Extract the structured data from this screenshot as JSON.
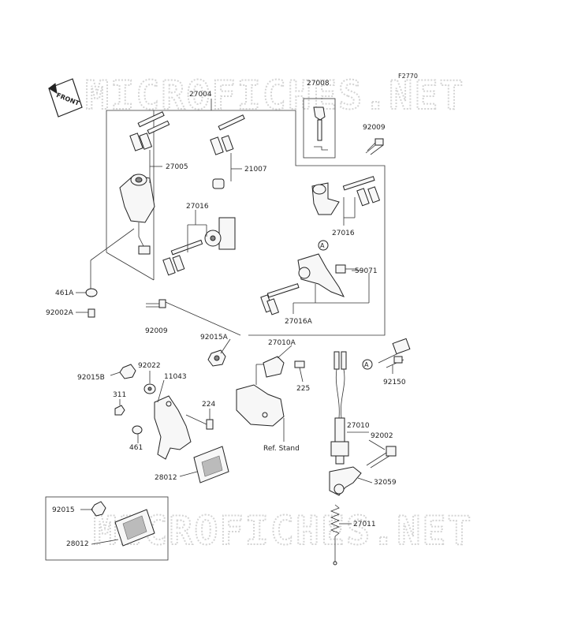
{
  "diagram_code": "F2770",
  "watermark": {
    "top": "MICROFICHES.NET",
    "bottom": "MICROFICHES.NET"
  },
  "front_label": "FRONT",
  "ref_marker": "A",
  "parts": {
    "p27004": "27004",
    "p27008": "27008",
    "p92009a": "92009",
    "p27005": "27005",
    "p21007": "21007",
    "p27016a": "27016",
    "p27016b": "27016",
    "p59071": "59071",
    "p27016A": "27016A",
    "p461A": "461A",
    "p92002A": "92002A",
    "p92009b": "92009",
    "p92015A": "92015A",
    "p27010A": "27010A",
    "p225": "225",
    "p92150": "92150",
    "p92022": "92022",
    "p92015B": "92015B",
    "p11043": "11043",
    "p311": "311",
    "p224": "224",
    "p461": "461",
    "p27010": "27010",
    "p92002": "92002",
    "p28012a": "28012",
    "p32059": "32059",
    "p92015": "92015",
    "p28012b": "28012",
    "p27011": "27011",
    "ref_stand": "Ref. Stand"
  }
}
